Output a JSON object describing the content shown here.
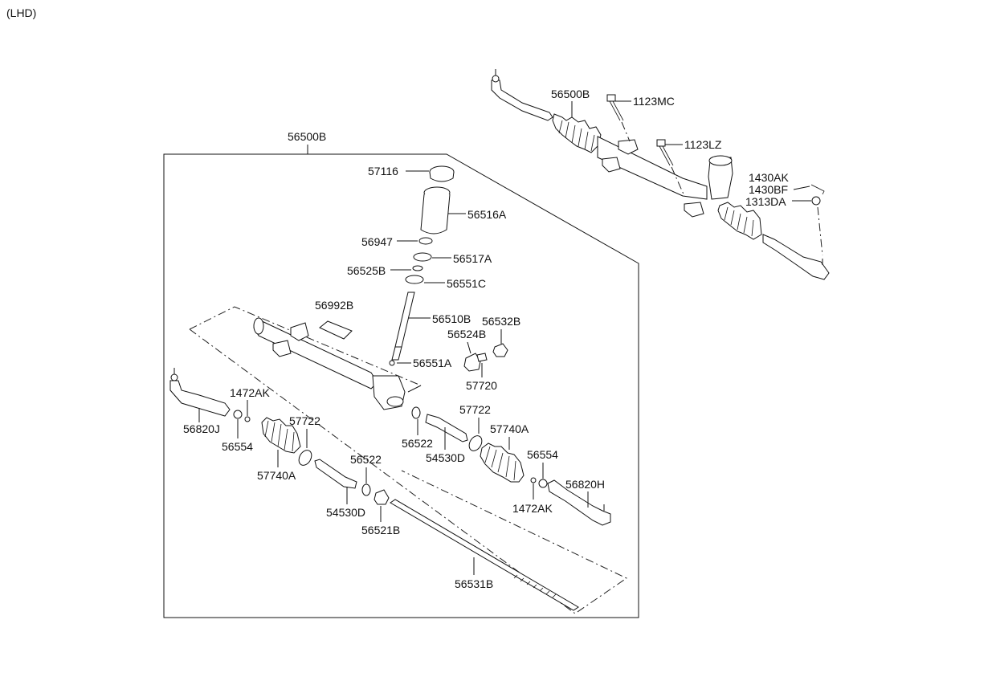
{
  "header": {
    "variant": "(LHD)"
  },
  "assembly_top": {
    "label": "56500B"
  },
  "top_right": {
    "rack_label": "56500B",
    "bolt1": "1123MC",
    "bolt2": "1123LZ",
    "pin1": "1430AK",
    "pin2": "1430BF",
    "nut": "1313DA"
  },
  "parts": {
    "p57116": "57116",
    "p56516A": "56516A",
    "p56947": "56947",
    "p56517A": "56517A",
    "p56525B": "56525B",
    "p56551C": "56551C",
    "p56992B": "56992B",
    "p56510B": "56510B",
    "p56532B": "56532B",
    "p56524B": "56524B",
    "p56551A": "56551A",
    "p57720": "57720",
    "p1472AK_left": "1472AK",
    "p56820J": "56820J",
    "p56554_left": "56554",
    "p57722_left": "57722",
    "p57740A_left": "57740A",
    "p56522_right": "56522",
    "p54530D_right": "54530D",
    "p57722_right": "57722",
    "p57740A_right": "57740A",
    "p56554_right": "56554",
    "p56820H": "56820H",
    "p1472AK_right": "1472AK",
    "p56522_left": "56522",
    "p54530D_left": "54530D",
    "p56521B": "56521B",
    "p56531B": "56531B"
  }
}
